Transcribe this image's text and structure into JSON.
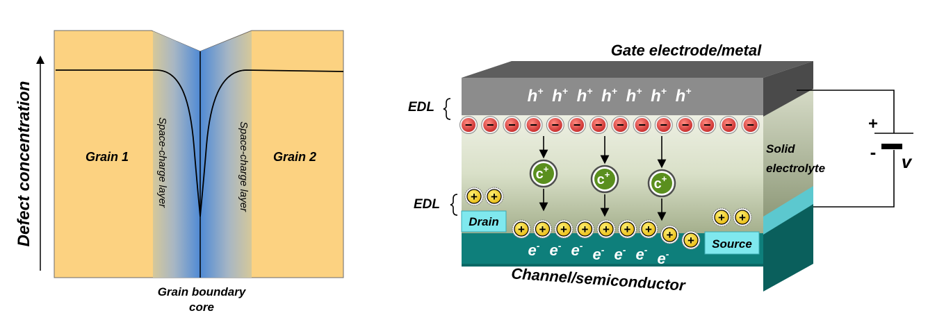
{
  "left_panel": {
    "y_axis_label": "Defect concentration",
    "grain_left": "Grain 1",
    "grain_right": "Grain 2",
    "space_charge_left": "Space-charge layer",
    "space_charge_right": "Space-charge layer",
    "boundary_label_line1": "Grain boundary",
    "boundary_label_line2": "core",
    "colors": {
      "grain": "#fcd281",
      "core": "#4f8ad5",
      "curve": "#000000"
    }
  },
  "right_panel": {
    "gate_label": "Gate electrode/metal",
    "channel_label": "Channel/semiconductor",
    "electrolyte_label_line1": "Solid",
    "electrolyte_label_line2": "electrolyte",
    "edl_top": "EDL",
    "edl_bottom": "EDL",
    "drain_label": "Drain",
    "source_label": "Source",
    "holes": [
      "h",
      "h",
      "h",
      "h",
      "h",
      "h",
      "h"
    ],
    "hole_charge": "+",
    "cations": [
      "c",
      "c",
      "c"
    ],
    "cation_charge": "+",
    "electrons": [
      "e",
      "e",
      "e",
      "e",
      "e",
      "e",
      "e"
    ],
    "electron_charge": "-",
    "anion_symbol": "−",
    "positive_ion_symbol": "+",
    "battery_plus": "+",
    "battery_minus": "-",
    "battery_label": "v",
    "colors": {
      "gate": "#8c8c8c",
      "electrolyte": "#e2e8d3",
      "channel": "#0e7f7b",
      "contact": "#7fe8ee",
      "anion": "#e53935",
      "cation": "#5a8f1e",
      "positive_ion": "#f3cc16"
    }
  }
}
